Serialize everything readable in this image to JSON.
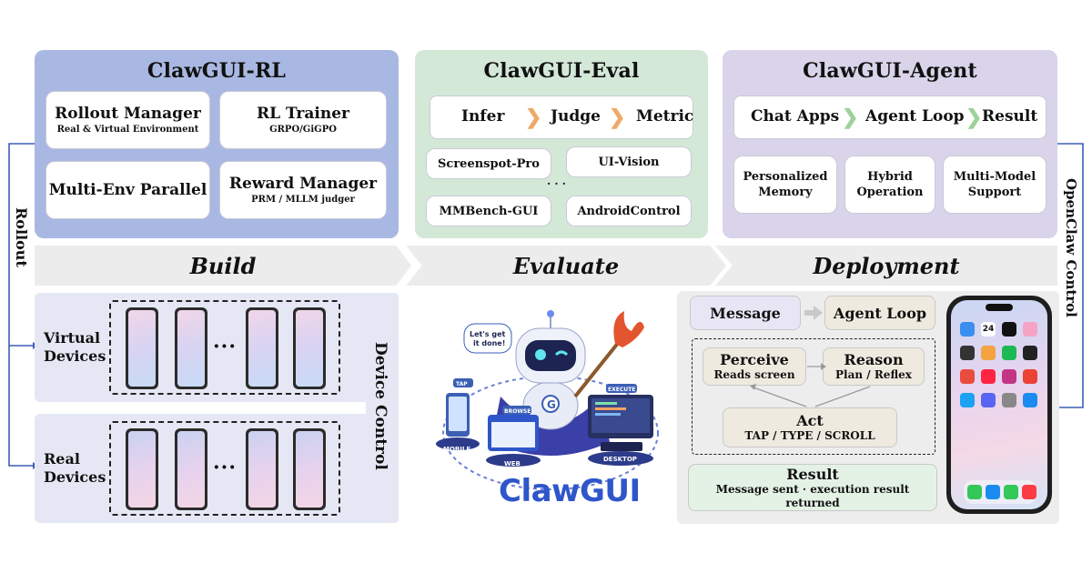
{
  "rl": {
    "title": "ClawGUI-RL",
    "rollout": {
      "main": "Rollout Manager",
      "sub": "Real & Virtual Environment"
    },
    "trainer": {
      "main": "RL Trainer",
      "sub": "GRPO/GiGPO"
    },
    "parallel": {
      "main": "Multi-Env Parallel"
    },
    "reward": {
      "main": "Reward Manager",
      "sub": "PRM / MLLM judger"
    }
  },
  "eval": {
    "title": "ClawGUI-Eval",
    "flow": [
      "Infer",
      "Judge",
      "Metric"
    ],
    "benchmarks": [
      "Screenspot-Pro",
      "UI-Vision",
      "MMBench-GUI",
      "AndroidControl"
    ],
    "ellipsis": "· · ·"
  },
  "agent": {
    "title": "ClawGUI-Agent",
    "flow": [
      "Chat Apps",
      "Agent Loop",
      "Result"
    ],
    "features": [
      {
        "l1": "Personalized",
        "l2": "Memory"
      },
      {
        "l1": "Hybrid",
        "l2": "Operation"
      },
      {
        "l1": "Multi-Model",
        "l2": "Support"
      }
    ]
  },
  "stages": {
    "build": "Build",
    "evaluate": "Evaluate",
    "deployment": "Deployment"
  },
  "side": {
    "rollout": "Rollout",
    "device_control": "Device Control",
    "openclaw": "OpenClaw Control"
  },
  "devices": {
    "virtual": {
      "l1": "Virtual",
      "l2": "Devices"
    },
    "real": {
      "l1": "Real",
      "l2": "Devices"
    },
    "dots": "···"
  },
  "mascot": {
    "bubble": "Let's get it done!",
    "tags": [
      "TAP",
      "BROWSE",
      "EXECUTE",
      "MOBILE",
      "WEB",
      "DESKTOP"
    ],
    "logo": "ClawGUI"
  },
  "deploy": {
    "message": "Message",
    "agent_loop": "Agent Loop",
    "perceive": {
      "main": "Perceive",
      "sub": "Reads screen"
    },
    "reason": {
      "main": "Reason",
      "sub": "Plan / Reflex"
    },
    "act": {
      "main": "Act",
      "sub": "TAP / TYPE / SCROLL"
    },
    "result": {
      "main": "Result",
      "sub": "Message sent · execution result returned"
    }
  },
  "phone_clock": "24",
  "colors": {
    "rl_panel": "#a9b8e2",
    "eval_panel": "#d4e8d8",
    "agent_panel": "#d9d4ea",
    "chevron_eval": "#f0a868",
    "chevron_agent": "#9ed29a",
    "logo_blue": "#2f56c9",
    "arrow_blue": "#3b5fb5"
  }
}
